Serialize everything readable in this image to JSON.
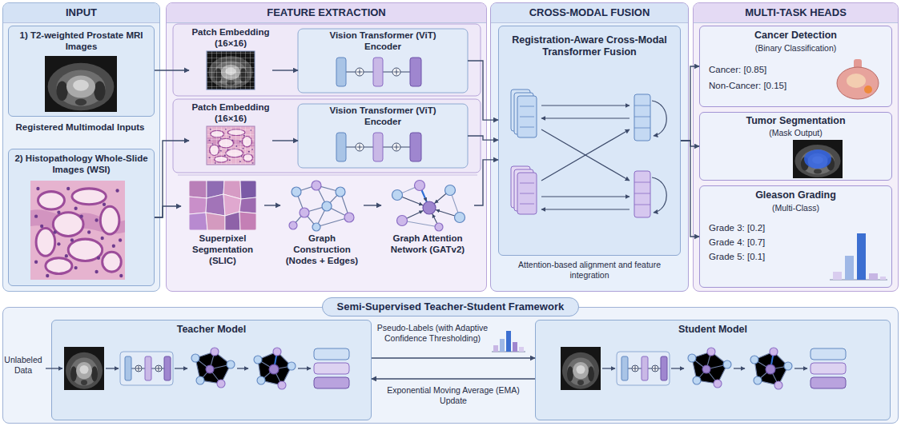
{
  "diagram": {
    "nodes": [
      {
        "text": [
          "INPUT"
        ]
      },
      {
        "text": [
          "1) T2-weighted Prostate MRI Images"
        ],
        "in": 0
      },
      {
        "text": [
          "2) Histopathology Whole-Slide Images (WSI)"
        ],
        "in": 0
      },
      {
        "text": [
          "FEATURE EXTRACTION"
        ]
      },
      {
        "text": [
          "Patch Embedding (16×16)"
        ],
        "in": 3
      },
      {
        "text": [
          "Vision Transformer (ViT) Encoder"
        ],
        "in": 3
      },
      {
        "text": [
          "Patch Embedding (16×16)"
        ],
        "in": 3
      },
      {
        "text": [
          "Vision Transformer (ViT) Encoder"
        ],
        "in": 3
      },
      {
        "text": [
          "Superpixel Segmentation (SLIC)"
        ],
        "in": 3
      },
      {
        "text": [
          "Graph Construction (Nodes + Edges)"
        ],
        "in": 3
      },
      {
        "text": [
          "Graph Attention Network (GATv2)"
        ],
        "in": 3
      },
      {
        "text": [
          "CROSS-MODAL FUSION"
        ]
      },
      {
        "text": [
          "Registration-Aware Cross-Modal Transformer Fusion"
        ],
        "in": 11
      },
      {
        "text": [
          "MULTI-TASK HEADS"
        ]
      },
      {
        "text": [
          "Cancer Detection",
          "(Binary Classification)",
          "Cancer: [0.85]",
          "Non-Cancer: [0.15]"
        ],
        "in": 13
      },
      {
        "text": [
          "Tumor Segmentation",
          "(Mask Output)"
        ],
        "in": 13
      },
      {
        "text": [
          "Gleason Grading",
          "(Multi-Class)",
          "Grade 3: [0.2]",
          "Grade 4: [0.7]",
          "Grade 5: [0.1]"
        ],
        "in": 13
      },
      {
        "text": [
          "Semi-Supervised Teacher-Student Framework"
        ]
      },
      {
        "text": [
          "Teacher Model"
        ],
        "in": 17
      },
      {
        "text": [
          "Student Model"
        ],
        "in": 17
      }
    ],
    "edges": [
      {
        "from": 1,
        "to": 4,
        "arrow": "to"
      },
      {
        "from": 2,
        "to": 6,
        "arrow": "to"
      },
      {
        "from": 2,
        "to": 8,
        "arrow": "to"
      },
      {
        "from": 4,
        "to": 5,
        "arrow": "to"
      },
      {
        "from": 6,
        "to": 7,
        "arrow": "to"
      },
      {
        "from": 8,
        "to": 9,
        "arrow": "to"
      },
      {
        "from": 9,
        "to": 10,
        "arrow": "to"
      },
      {
        "from": 5,
        "to": 12,
        "arrow": "to"
      },
      {
        "from": 7,
        "to": 12,
        "arrow": "to"
      },
      {
        "from": 10,
        "to": 12,
        "arrow": "to"
      },
      {
        "from": 12,
        "to": 14,
        "arrow": "to"
      },
      {
        "from": 12,
        "to": 15,
        "arrow": "to"
      },
      {
        "from": 12,
        "to": 16,
        "arrow": "to"
      },
      {
        "from": 18,
        "to": 19,
        "label": "Pseudo-Labels (with Adaptive Confidence Thresholding)",
        "arrow": "to"
      },
      {
        "from": 19,
        "to": 18,
        "label": "Exponential Moving Average (EMA) Update",
        "arrow": "to"
      }
    ],
    "labels": [
      "Registered Multimodal Inputs",
      "Attention-based alignment and feature integration",
      "Unlabeled Data"
    ]
  }
}
